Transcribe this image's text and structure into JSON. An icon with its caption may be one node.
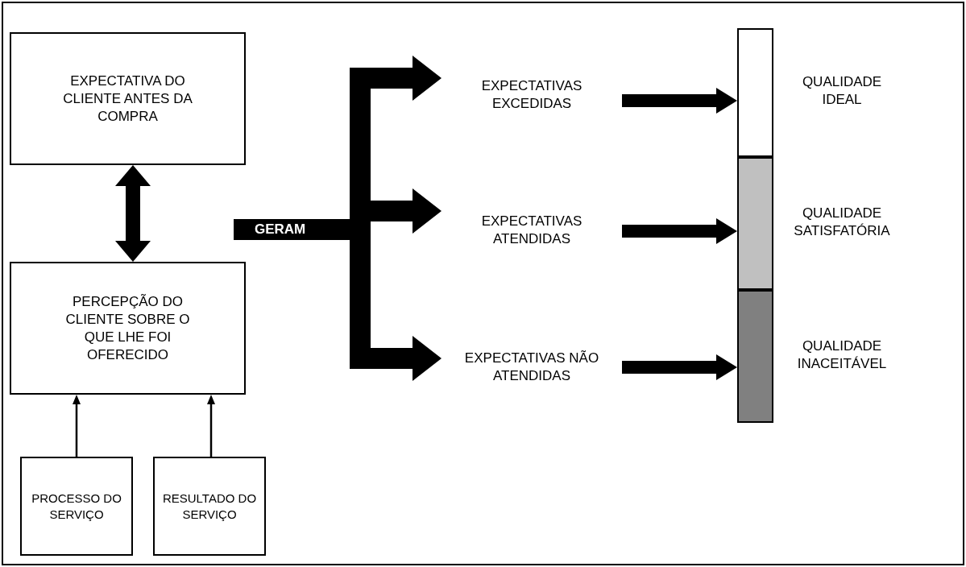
{
  "diagram": {
    "nodes": [
      {
        "text": [
          "EXPECTATIVA DO CLIENTE ANTES DA COMPRA"
        ]
      },
      {
        "text": [
          "PERCEPÇÃO DO CLIENTE SOBRE O QUE LHE FOI OFERECIDO"
        ]
      },
      {
        "text": [
          "PROCESSO DO SERVIÇO"
        ]
      },
      {
        "text": [
          "RESULTADO DO SERVIÇO"
        ]
      },
      {
        "text": [
          "EXPECTATIVAS EXCEDIDAS"
        ]
      },
      {
        "text": [
          "EXPECTATIVAS ATENDIDAS"
        ]
      },
      {
        "text": [
          "EXPECTATIVAS NÃO ATENDIDAS"
        ]
      },
      {
        "text": [],
        "shape": "bar",
        "beside": [
          "QUALIDADE IDEAL"
        ]
      },
      {
        "text": [],
        "shape": "bar",
        "beside": [
          "QUALIDADE SATISFATÓRIA"
        ]
      },
      {
        "text": [],
        "shape": "bar",
        "beside": [
          "QUALIDADE INACEITÁVEL"
        ]
      }
    ],
    "edges": [
      {
        "from": 0,
        "to": 1,
        "arrow": "both"
      },
      {
        "from": 2,
        "to": 1,
        "arrow": "to"
      },
      {
        "from": 3,
        "to": 1,
        "arrow": "to"
      },
      {
        "from": null,
        "to": 4,
        "arrow": "to"
      },
      {
        "from": null,
        "to": 5,
        "arrow": "to",
        "label": "GERAM"
      },
      {
        "from": null,
        "to": 6,
        "arrow": "to"
      },
      {
        "from": 4,
        "to": 7,
        "arrow": "to"
      },
      {
        "from": 5,
        "to": 8,
        "arrow": "to"
      },
      {
        "from": 6,
        "to": 9,
        "arrow": "to"
      }
    ]
  }
}
